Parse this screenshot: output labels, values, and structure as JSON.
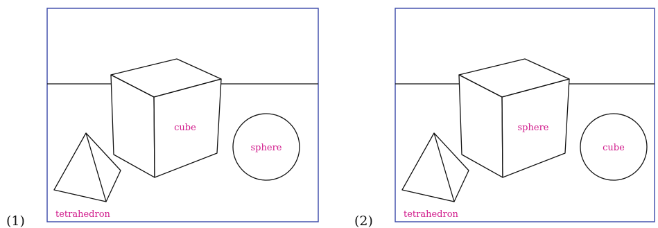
{
  "panels": [
    {
      "number": "(1)",
      "labels": {
        "cube": "cube",
        "circle": "sphere",
        "tetra": "tetrahedron"
      }
    },
    {
      "number": "(2)",
      "labels": {
        "cube": "sphere",
        "circle": "cube",
        "tetra": "tetrahedron"
      }
    }
  ],
  "colors": {
    "frame": "#3848a8",
    "label": "#d0188a",
    "line": "#111111"
  }
}
